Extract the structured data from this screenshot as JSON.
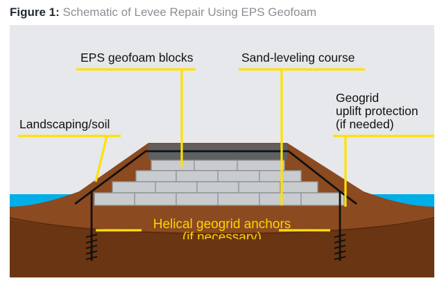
{
  "figure": {
    "title_lead": "Figure 1:",
    "title_rest": "Schematic of Levee Repair Using EPS Geofoam"
  },
  "labels": {
    "eps_geofoam_blocks": "EPS geofoam blocks",
    "sand_leveling_course": "Sand-leveling course",
    "geogrid_line1": "Geogrid",
    "geogrid_line2": "uplift protection",
    "geogrid_line3": "(if needed)",
    "landscaping_soil": "Landscaping/soil",
    "helical_anchors_line1": "Helical geogrid anchors",
    "helical_anchors_line2": "(if necessary)"
  },
  "colors": {
    "panel_background": "#e6e8eb",
    "water": "#00aee8",
    "ground": "#6a3512",
    "embankment_soil": "#8b4a20",
    "eps_block": "#c9cccf",
    "sand_course": "#5e6062",
    "leader_line": "#ffe100",
    "geogrid": "#111111",
    "anchor_text": "#ffd400"
  },
  "icons": {
    "anchor_left": "helical-anchor-icon",
    "anchor_right": "helical-anchor-icon"
  }
}
